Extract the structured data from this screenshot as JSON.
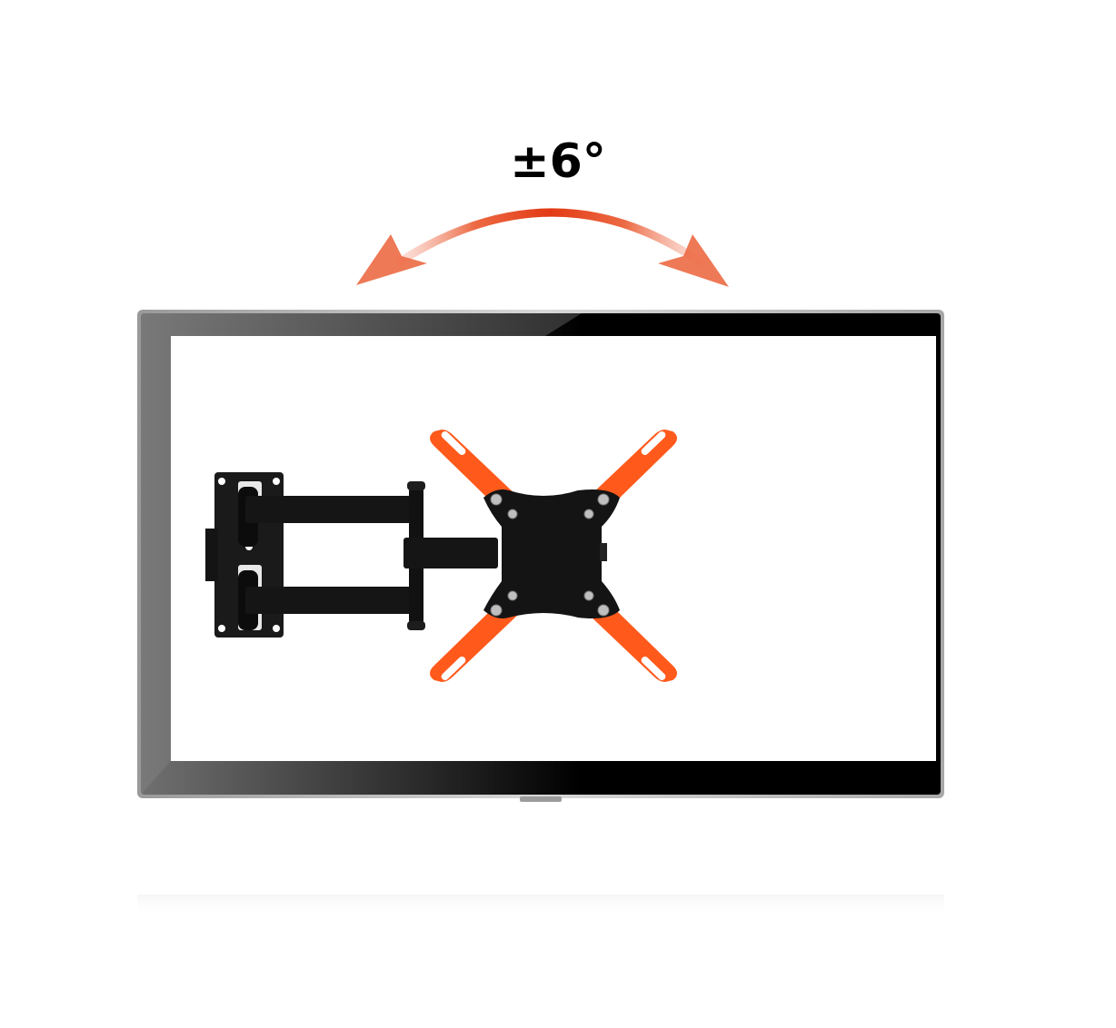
{
  "tilt": {
    "label": "±6°"
  },
  "colors": {
    "arrow": "#e8431c",
    "bracket_arms": "#ff5a1c",
    "mount_body": "#151515",
    "tv_bezel": "#050505",
    "tv_frame": "#b8b8b8",
    "screen": "#ffffff"
  },
  "icons": {
    "tilt_arrow": "double-headed-curved-arrow",
    "wall_mount": "full-motion-articulating-arm-mount",
    "vesa_bracket": "x-shaped-vesa-adapter"
  }
}
